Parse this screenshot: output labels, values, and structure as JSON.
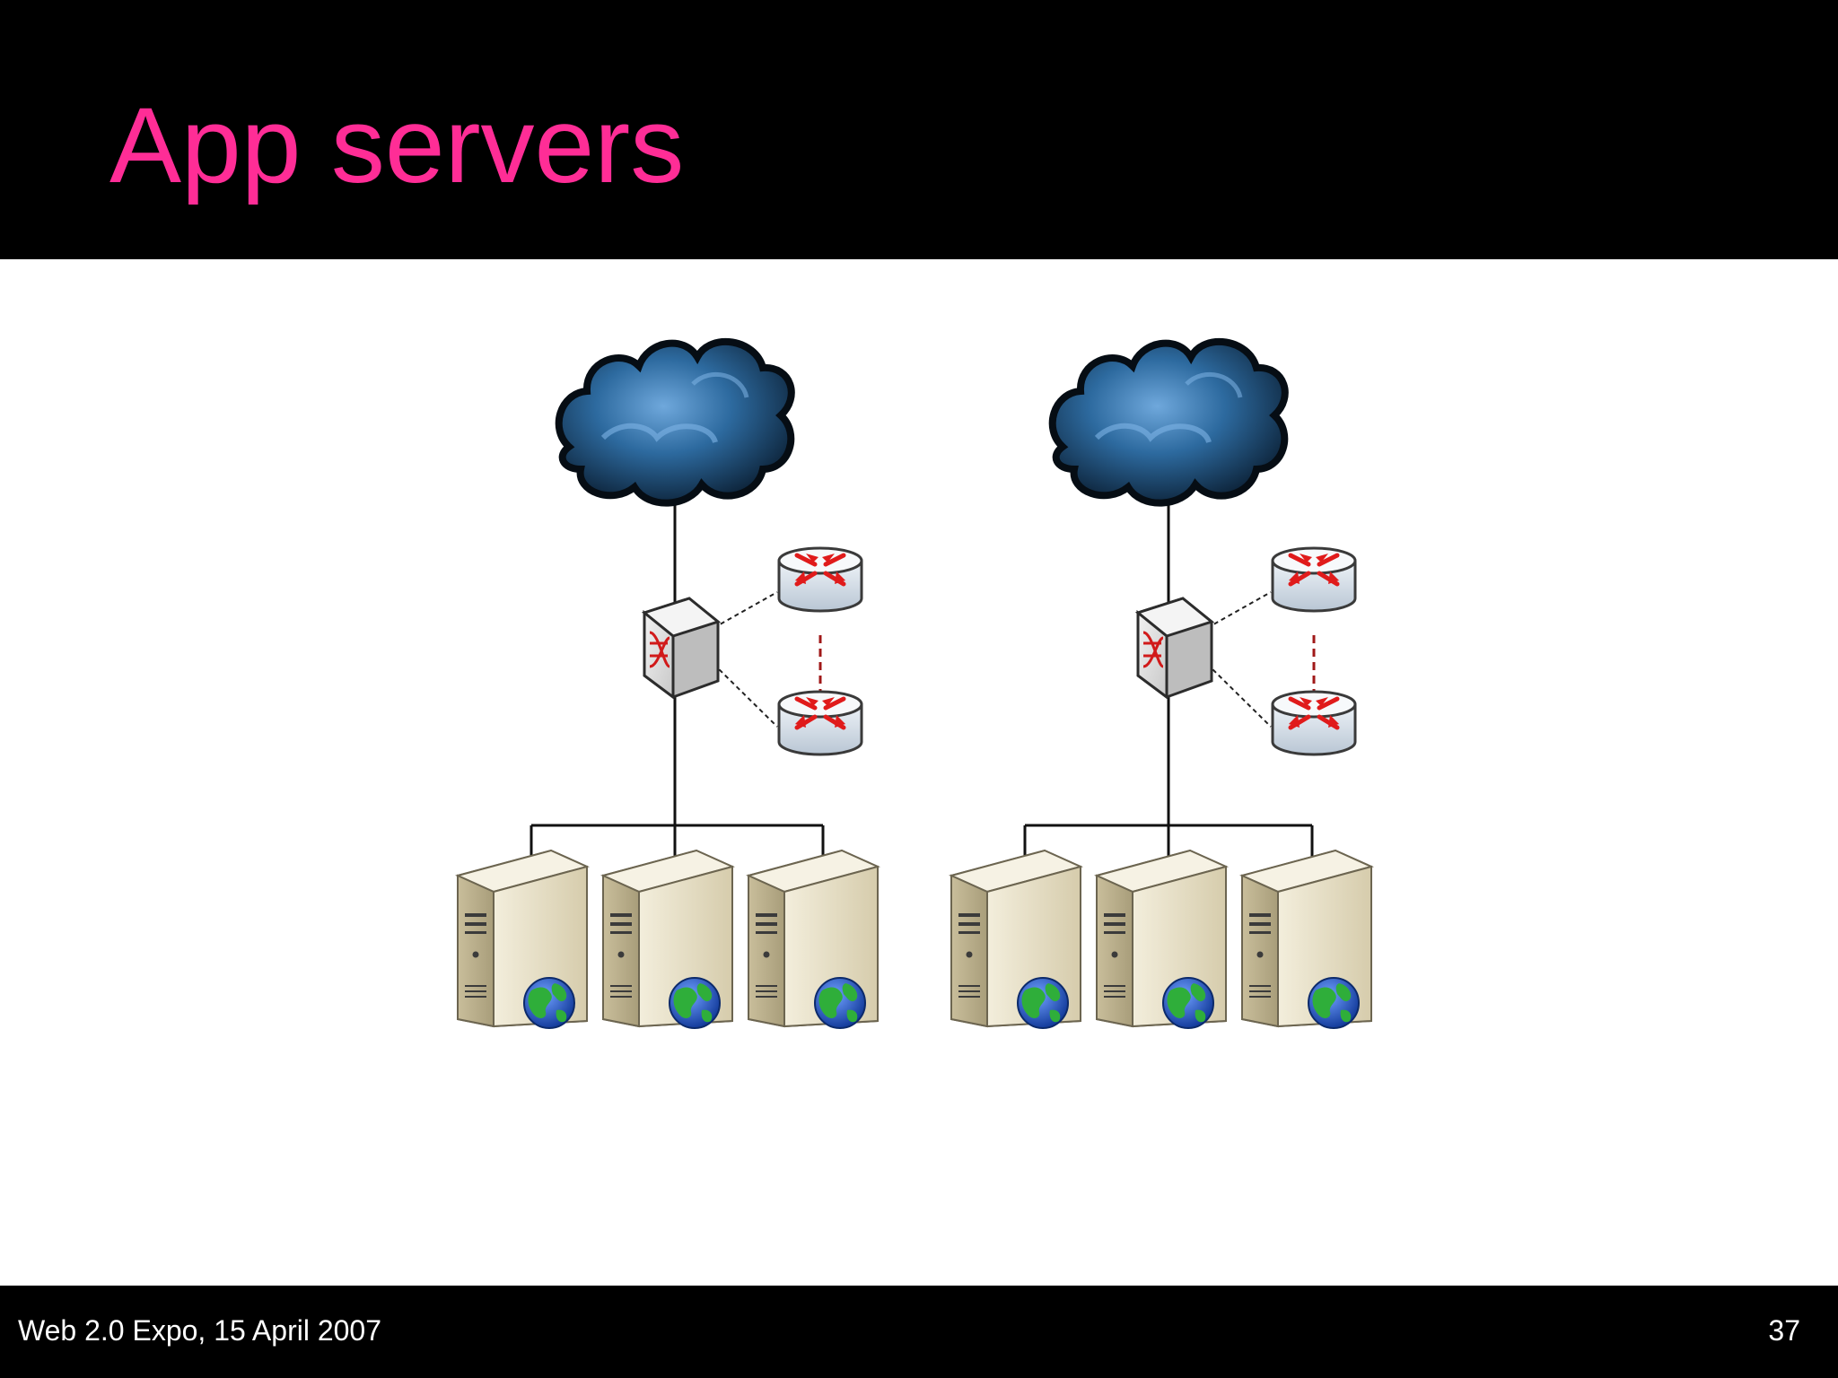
{
  "slide": {
    "title": "App servers",
    "footer": "Web 2.0 Expo, 15 April 2007",
    "page_number": "37"
  },
  "diagram": {
    "clusters": [
      {
        "name": "left-cluster",
        "nodes": [
          "internet-cloud",
          "switch",
          "router",
          "router",
          "web-server",
          "web-server",
          "web-server"
        ]
      },
      {
        "name": "right-cluster",
        "nodes": [
          "internet-cloud",
          "switch",
          "router",
          "router",
          "web-server",
          "web-server",
          "web-server"
        ]
      }
    ],
    "icons": [
      "cloud-icon",
      "switch-icon",
      "router-icon",
      "web-server-icon",
      "globe-icon"
    ],
    "colors": {
      "title": "#ff2d96",
      "bar": "#000000",
      "cloud": "#2d6a9f",
      "router": "#dfe6ef",
      "arrow": "#e01b1b",
      "server": "#e8e1c8",
      "globe_water": "#1e56c8",
      "globe_land": "#2fae3a"
    }
  }
}
